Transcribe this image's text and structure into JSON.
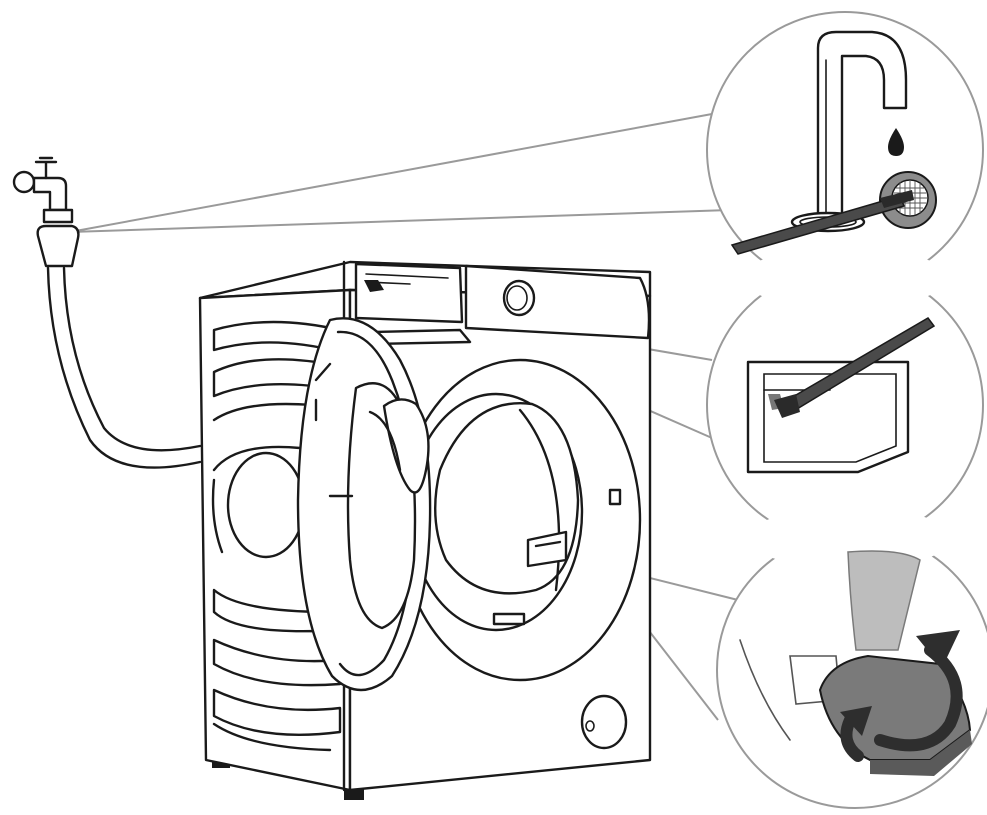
{
  "diagram": {
    "labels": [],
    "colors": {
      "outline": "#1a1a1a",
      "callout_ray": "#9a9a9a",
      "filter_grey": "#8c8c8c",
      "arrow_grey": "#6e6e6e"
    },
    "icons": [
      "water-tap-icon",
      "inlet-hose-icon",
      "brush-icon",
      "water-drop-icon",
      "filter-mesh-icon",
      "rotate-arrow-icon"
    ],
    "callouts": [
      {
        "name": "inlet-filter-cleaning",
        "icon": "brush-icon"
      },
      {
        "name": "dispenser-drawer-cleaning",
        "icon": "brush-icon"
      },
      {
        "name": "drain-filter-removal",
        "icon": "rotate-arrow-icon"
      }
    ]
  }
}
